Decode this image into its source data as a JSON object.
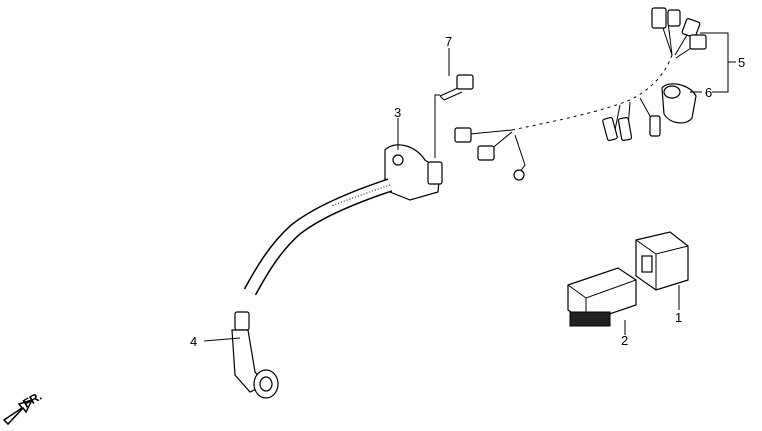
{
  "callouts": {
    "c1": "1",
    "c2": "2",
    "c3": "3",
    "c4": "4",
    "c5": "5",
    "c6": "6",
    "c7": "7"
  },
  "direction": {
    "label": "FR."
  }
}
